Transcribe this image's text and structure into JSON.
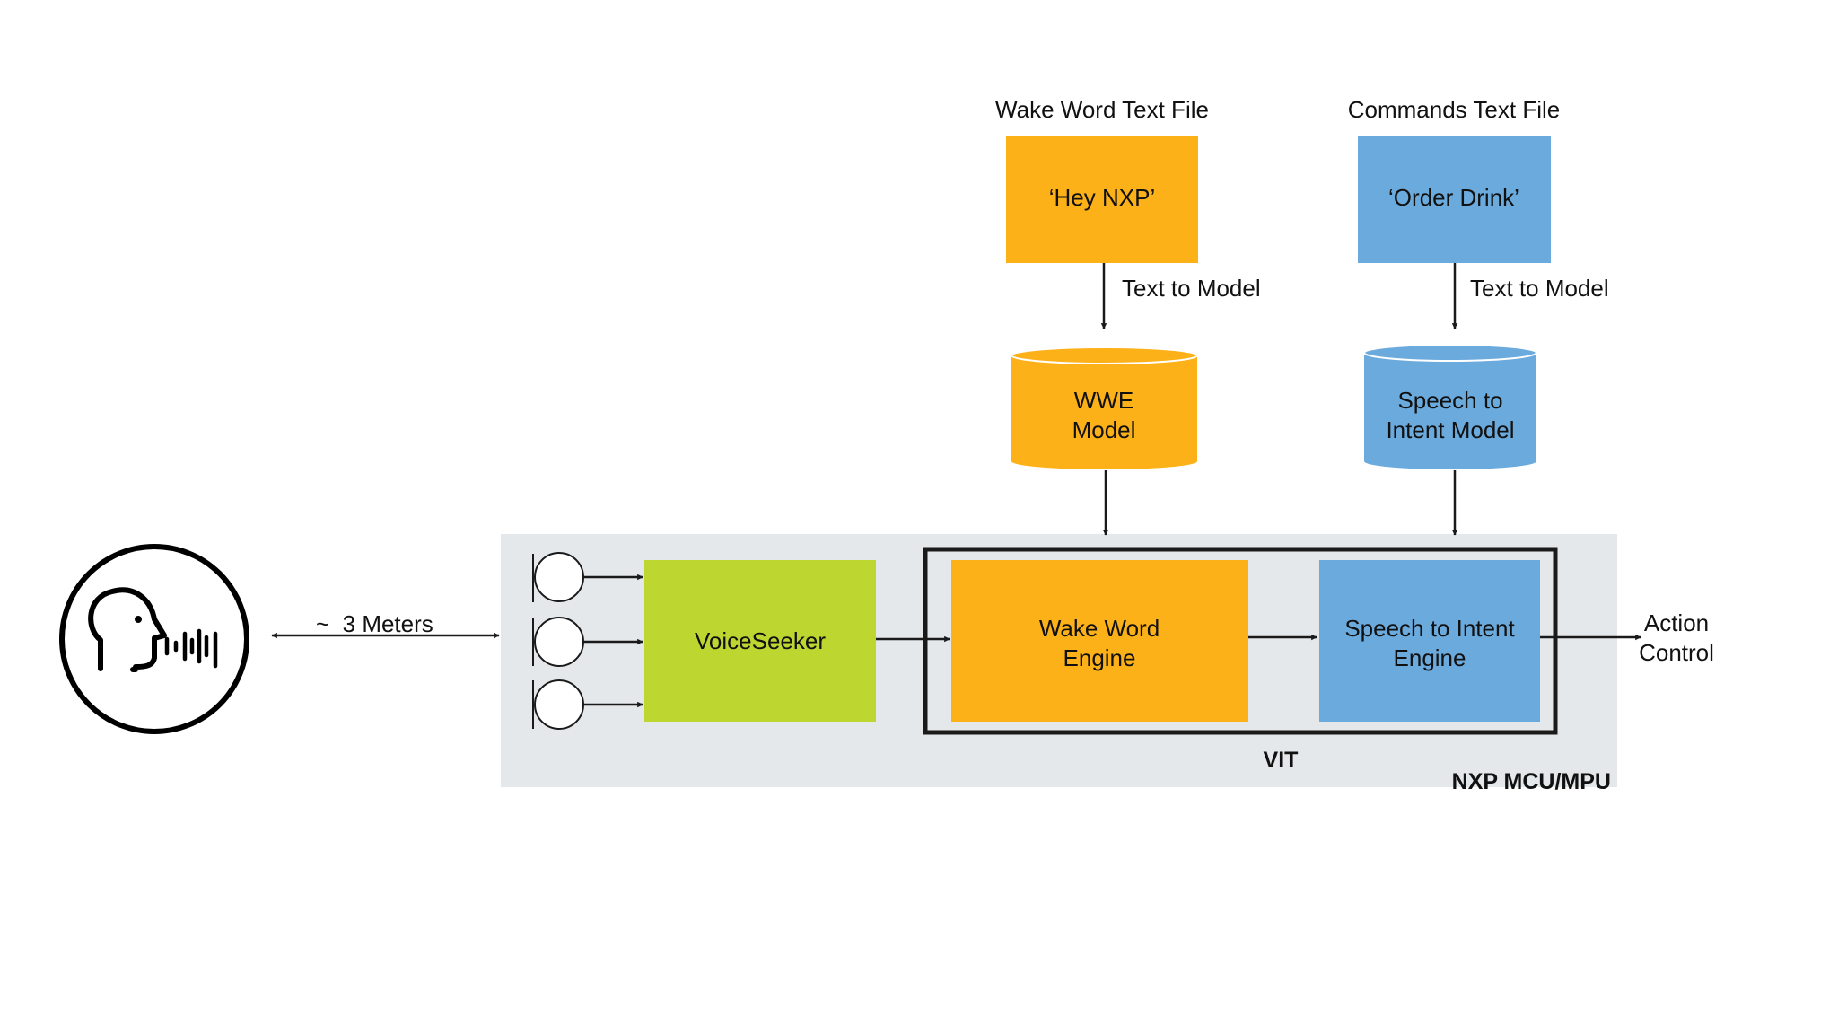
{
  "colors": {
    "orange": "#FDB119",
    "blue": "#6BAADD",
    "green": "#BED630",
    "panel": "#E4E8EA",
    "ink": "#1A1A1A"
  },
  "speaker": {
    "icon": "speaking-head-icon"
  },
  "distance": {
    "label": "~  3 Meters"
  },
  "microphones": {
    "count": 3,
    "icon": "microphone-icon"
  },
  "voiceseeker": {
    "label": "VoiceSeeker"
  },
  "wake_word_file": {
    "title": "Wake Word Text File",
    "content": "‘Hey NXP’",
    "arrow_label": "Text to Model"
  },
  "commands_file": {
    "title": "Commands Text File",
    "content": "‘Order Drink’",
    "arrow_label": "Text to Model"
  },
  "wwe_model": {
    "line1": "WWE",
    "line2": "Model"
  },
  "sti_model": {
    "line1": "Speech to",
    "line2": "Intent Model"
  },
  "wake_word_engine": {
    "line1": "Wake Word",
    "line2": "Engine"
  },
  "sti_engine": {
    "line1": "Speech to Intent",
    "line2": "Engine"
  },
  "vit": {
    "label": "VIT"
  },
  "platform": {
    "label": "NXP MCU/MPU"
  },
  "output": {
    "line1": "Action",
    "line2": "Control"
  }
}
